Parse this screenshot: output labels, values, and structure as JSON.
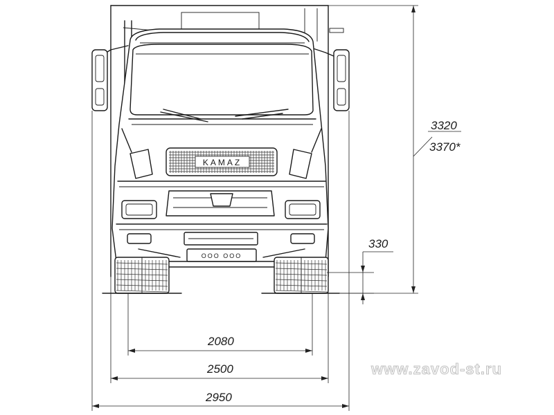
{
  "drawing": {
    "subject": "KAMAZ truck cab front view",
    "grille_badge": "KAMAZ",
    "dimensions": {
      "height_a": "3320",
      "height_b": "3370*",
      "ground_clearance": "330",
      "wheel_track": "2080",
      "body_width": "2500",
      "overall_width": "2950"
    },
    "watermark": "www.zavod-st.ru"
  }
}
